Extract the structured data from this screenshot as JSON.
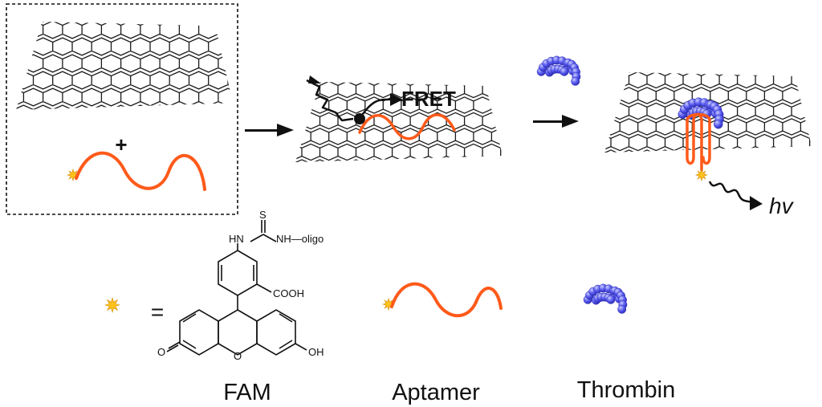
{
  "colors": {
    "aptamer": "#ff5a1a",
    "thrombin": "#5a5cf0",
    "thrombin_dark": "#2f2fb8",
    "fam": "#ffc21a",
    "sheet_line": "#1a1a1a",
    "arrow": "#111111"
  },
  "step1": {
    "plus": "+"
  },
  "step2": {
    "fret_label": "FRET"
  },
  "step3": {
    "hv_label": "hv"
  },
  "legend": {
    "equals": "=",
    "fam_label": "FAM",
    "aptamer_label": "Aptamer",
    "thrombin_label": "Thrombin"
  },
  "chem": {
    "s": "S",
    "hn": "HN",
    "nh_oligo": "NH—oligo",
    "cooh": "COOH",
    "o_left": "O",
    "o_ring": "O",
    "oh": "OH"
  }
}
